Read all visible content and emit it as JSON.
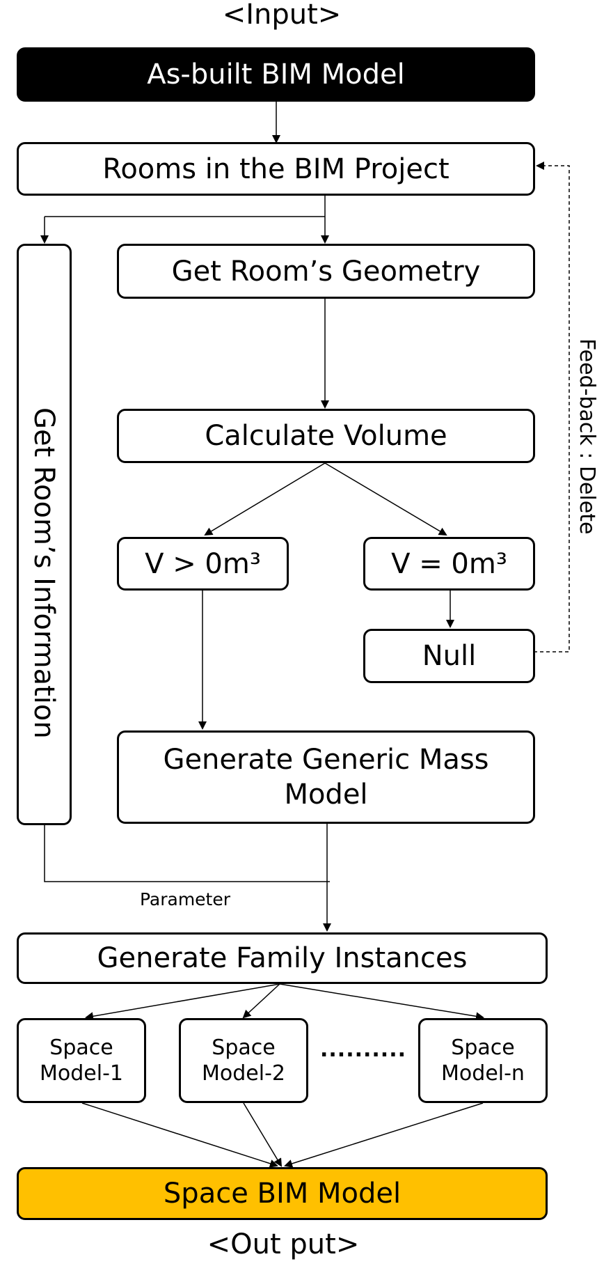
{
  "input_label": "<Input>",
  "output_label": "<Out put>",
  "nodes": {
    "as_built": "As-built BIM Model",
    "rooms": "Rooms in the BIM Project",
    "get_geometry": "Get Room’s Geometry",
    "get_information": "Get Room’s Information",
    "calculate_volume": "Calculate Volume",
    "v_positive": "V > 0m³",
    "v_zero": "V = 0m³",
    "null": "Null",
    "generate_mass_line1": "Generate Generic Mass",
    "generate_mass_line2": "Model",
    "generate_family": "Generate Family Instances",
    "space_model_1_line1": "Space",
    "space_model_1_line2": "Model-1",
    "space_model_2_line1": "Space",
    "space_model_2_line2": "Model-2",
    "space_model_n_line1": "Space",
    "space_model_n_line2": "Model-n",
    "ellipsis": "..........",
    "space_bim": "Space BIM Model"
  },
  "edge_labels": {
    "feedback": "Feed-back : Delete",
    "parameter": "Parameter"
  },
  "colors": {
    "input_fill": "#000000",
    "output_fill": "#ffc000",
    "stroke": "#000000"
  }
}
